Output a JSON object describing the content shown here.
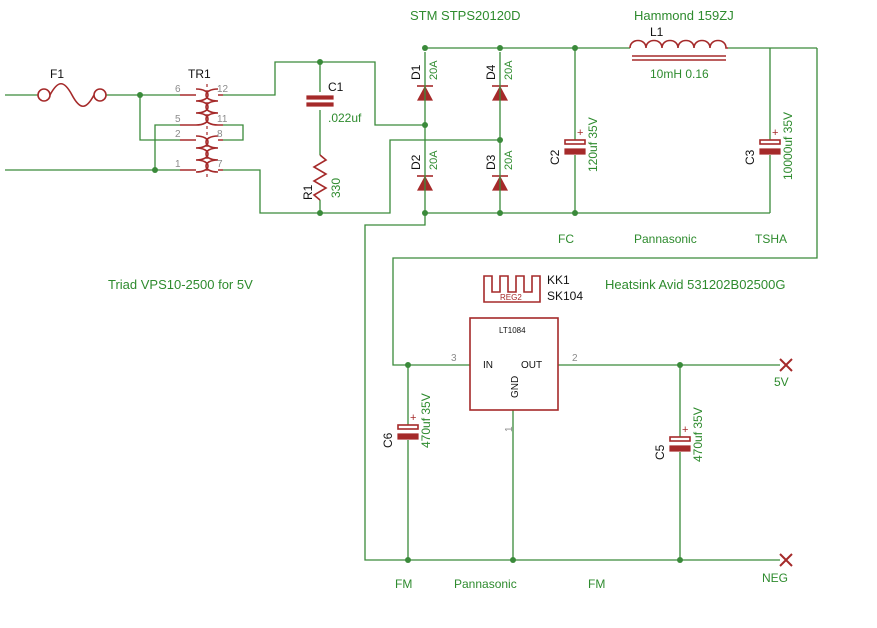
{
  "labels": {
    "f1": "F1",
    "tr1": "TR1",
    "transformer_note": "Triad VPS10-2500 for 5V",
    "c1": "C1",
    "c1_value": ".022uf",
    "r1": "R1",
    "r1_value": "330",
    "diodes_part": "STM STPS20120D",
    "d1": "D1",
    "d2": "D2",
    "d3": "D3",
    "d4": "D4",
    "diode_rating": "20A",
    "c2": "C2",
    "c2_value": "120uf 35V",
    "c3": "C3",
    "c3_value": "10000uf 35V",
    "inductor_part": "Hammond 159ZJ",
    "l1": "L1",
    "l1_value": "10mH 0.16",
    "fc": "FC",
    "pannasonic_top": "Pannasonic",
    "tsha": "TSHA",
    "kk1": "KK1",
    "sk104": "SK104",
    "reg2": "REG2",
    "heatsink": "Heatsink Avid 531202B02500G",
    "reg_part": "LT1084",
    "reg_in": "IN",
    "reg_out": "OUT",
    "reg_gnd": "GND",
    "reg_pin_in": "3",
    "reg_pin_out": "2",
    "reg_pin_gnd": "1",
    "c6": "C6",
    "c6_value": "470uf 35V",
    "c5": "C5",
    "c5_value": "470uf 35V",
    "out_5v": "5V",
    "out_neg": "NEG",
    "fm_left": "FM",
    "pannasonic_bottom": "Pannasonic",
    "fm_right": "FM"
  },
  "transformer_pins": {
    "p6": "6",
    "p5": "5",
    "p2": "2",
    "p1": "1",
    "p12": "12",
    "p11": "11",
    "p8": "8",
    "p7": "7"
  },
  "colors": {
    "wire": "#3a8a3a",
    "part": "#a52a2a",
    "pin_text": "#8b8b8b",
    "value_text": "#2e8b2e"
  }
}
